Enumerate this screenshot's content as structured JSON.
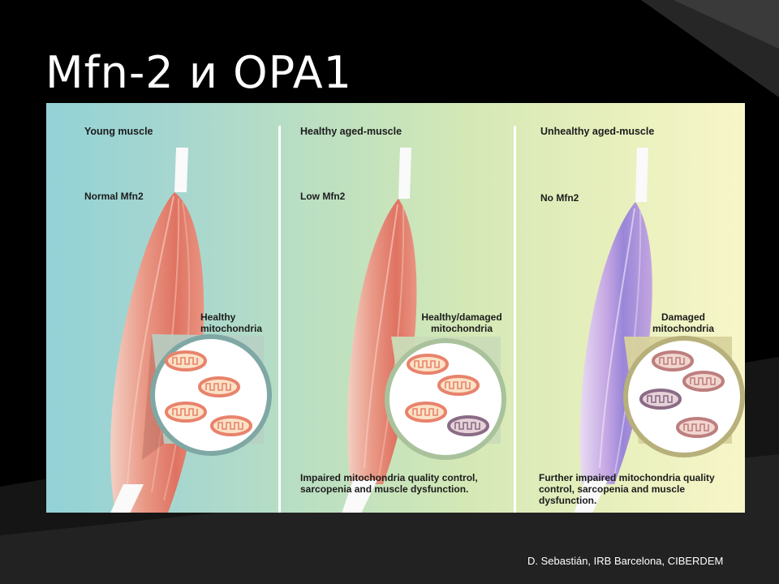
{
  "slide": {
    "title": "Mfn-2 и OPA1",
    "credit": "D. Sebastián, IRB Barcelona, CIBERDEM"
  },
  "panels": [
    {
      "heading": "Young muscle",
      "mfn_level": "Normal Mfn2",
      "mito_label_line1": "Healthy",
      "mito_label_line2": "mitochondria",
      "caption": ""
    },
    {
      "heading": "Healthy aged-muscle",
      "mfn_level": "Low Mfn2",
      "mito_label_line1": "Healthy/damaged",
      "mito_label_line2": "mitochondria",
      "caption": "Impaired mitochondria quality control, sarcopenia and muscle dysfunction."
    },
    {
      "heading": "Unhealthy aged-muscle",
      "mfn_level": "No Mfn2",
      "mito_label_line1": "Damaged",
      "mito_label_line2": "mitochondria",
      "caption": "Further impaired mitochondria quality control, sarcopenia and muscle dysfunction."
    }
  ],
  "colors": {
    "healthy_muscle": "#e27d6c",
    "damaged_muscle": "#b18fd6",
    "healthy_mito": "#e8836c",
    "damaged_mito": "#8a6b86"
  }
}
